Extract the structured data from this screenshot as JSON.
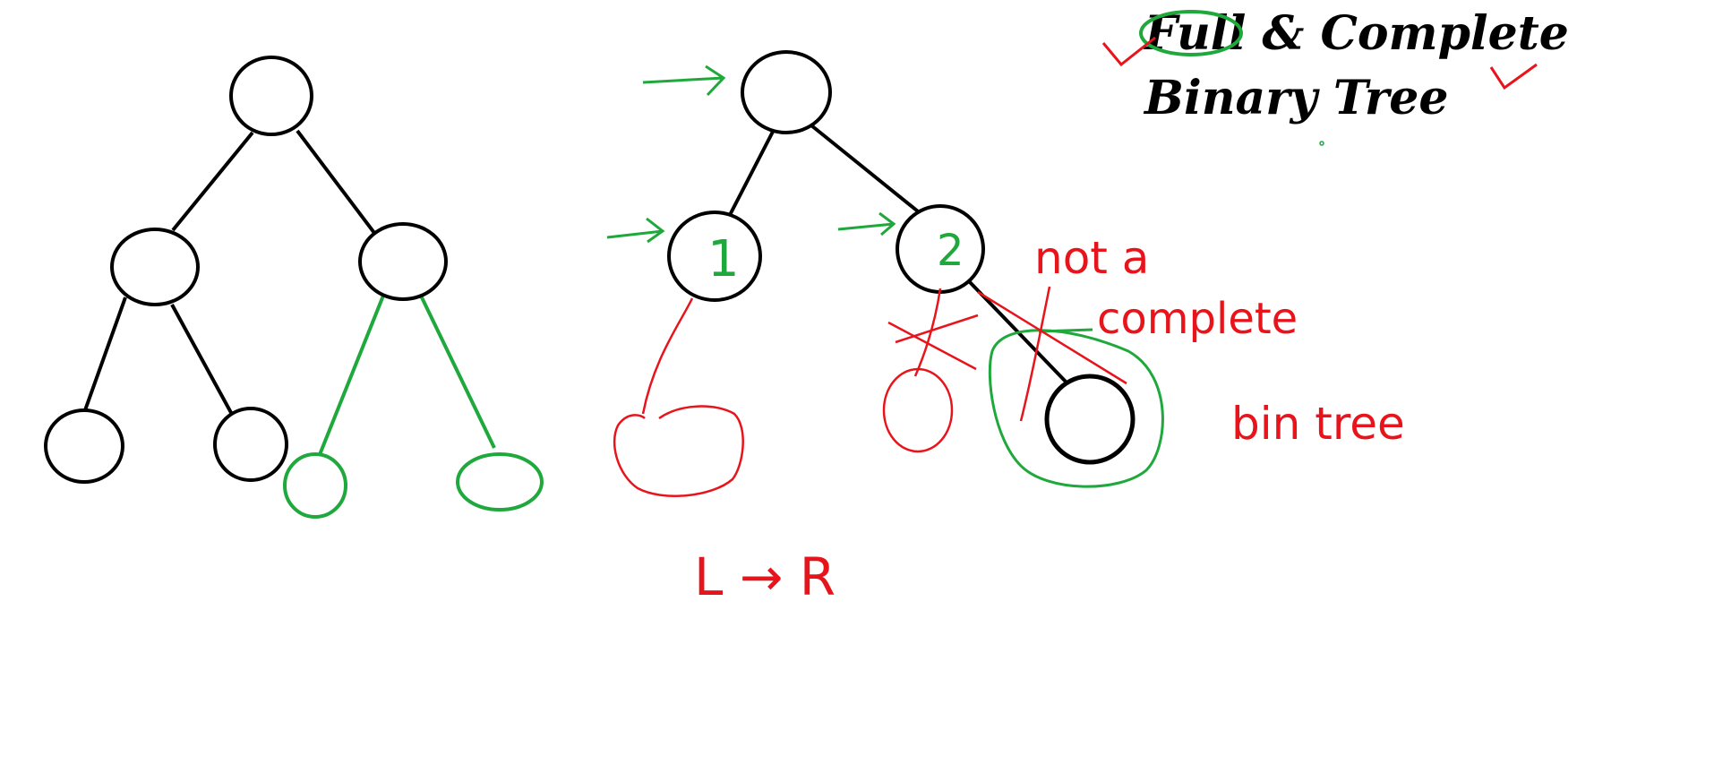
{
  "title": {
    "line1": "Full & Complete",
    "line2": "Binary Tree"
  },
  "node_labels": {
    "left_child": "1",
    "right_child": "2"
  },
  "annotations": {
    "not_a": "not a",
    "complete": "complete",
    "bin_tree": "bin tree",
    "direction": "L → R"
  },
  "colors": {
    "ink": "#000000",
    "green": "#1fa83c",
    "red": "#e8141c"
  }
}
